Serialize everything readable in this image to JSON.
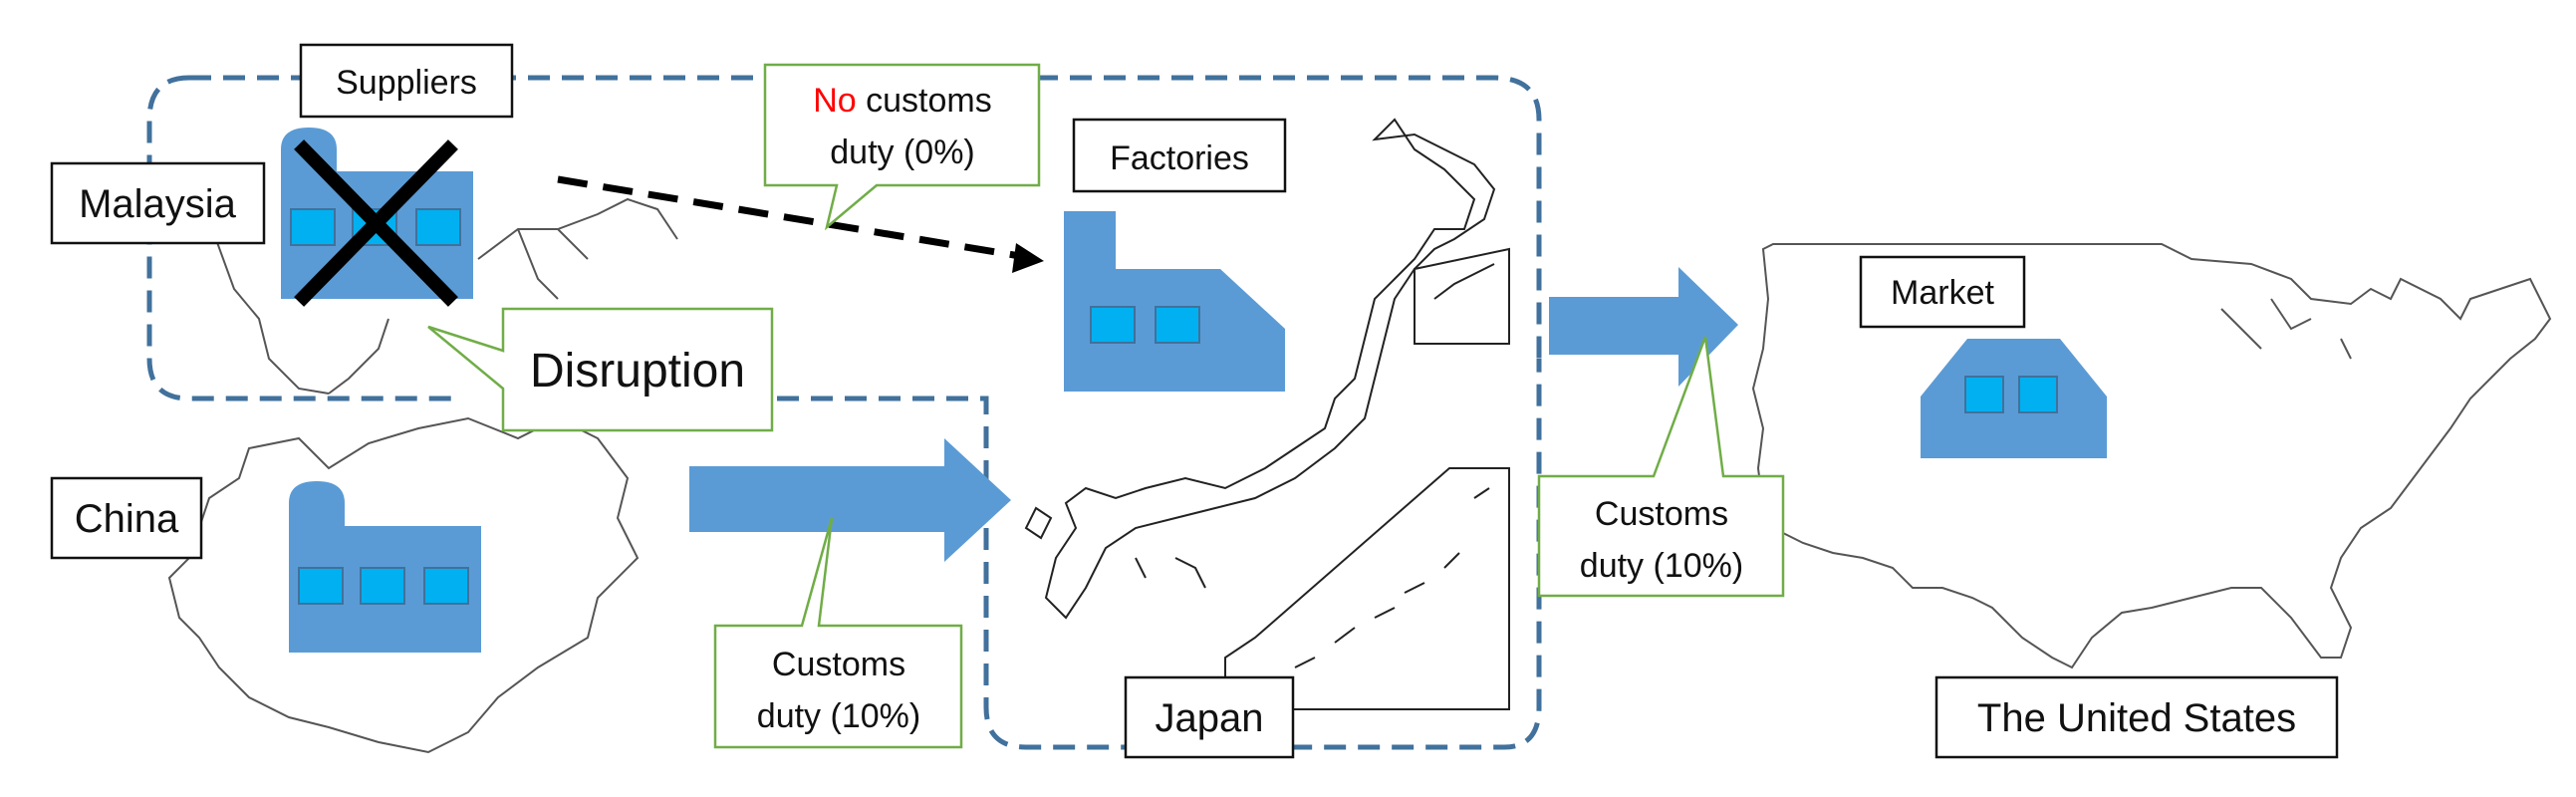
{
  "labels": {
    "suppliers": "Suppliers",
    "malaysia": "Malaysia",
    "china": "China",
    "factories": "Factories",
    "japan": "Japan",
    "market": "Market",
    "us": "The United States",
    "disruption": "Disruption"
  },
  "callouts": {
    "no_duty_red": "No",
    "no_duty_rest": " customs",
    "no_duty_line2": "duty (0%)",
    "china_duty_line1": "Customs",
    "china_duty_line2": "duty (10%)",
    "us_duty_line1": "Customs",
    "us_duty_line2": "duty (10%)"
  },
  "colors": {
    "building": "#5b9bd5",
    "window": "#00b0f0",
    "arrow": "#5b9bd5",
    "dashed_region": "#41719c",
    "callout_border": "#70ad47",
    "highlight_red": "#ff0000",
    "cross": "#000000",
    "map_line": "#555555"
  },
  "icons": {
    "malaysia_factory": "factory-icon",
    "china_factory": "factory-icon",
    "japan_factory": "factory-icon",
    "us_market": "store-icon",
    "disruption_cross": "x-mark-icon"
  }
}
